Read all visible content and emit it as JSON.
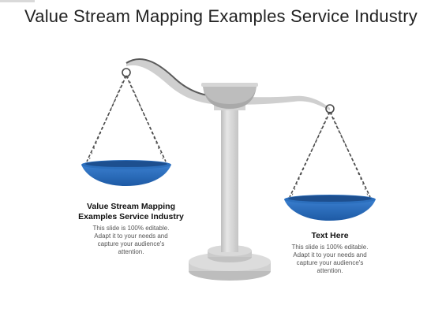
{
  "slide": {
    "title": "Value Stream Mapping Examples Service Industry"
  },
  "left_pan": {
    "heading": "Value Stream Mapping Examples Service Industry",
    "body": "This slide is 100% editable. Adapt it to your needs and capture your audience's attention."
  },
  "right_pan": {
    "heading": "Text Here",
    "body": "This slide is 100% editable. Adapt it to your needs and capture your audience's attention."
  },
  "colors": {
    "pan_blue": "#2c6fbd",
    "pan_dark": "#1d4f8f",
    "scale_gray": "#cfcfcf",
    "chain": "#4a4a4a"
  }
}
